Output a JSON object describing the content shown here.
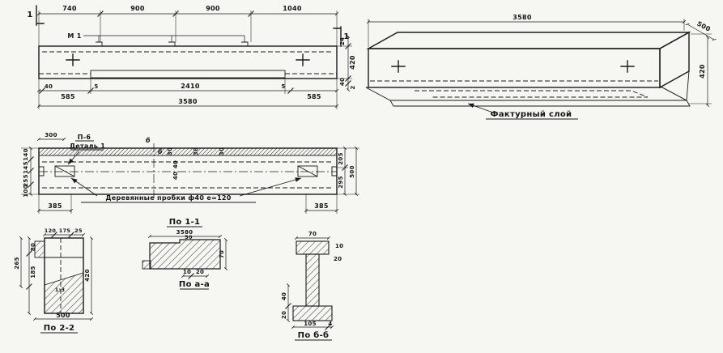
{
  "sheet": {
    "background": "#f6f6f3",
    "ink": "#1b1b1b"
  },
  "elevation": {
    "section_flag": "1",
    "mark_label": "М 1",
    "top_dims": [
      "740",
      "900",
      "900",
      "1040"
    ],
    "sub_dims": [
      "40",
      "585",
      "5",
      "2410",
      "5",
      "585"
    ],
    "total_dim": "3580",
    "right_dims": [
      "24",
      "420",
      "40",
      "2"
    ]
  },
  "perspective": {
    "length_dim": "3580",
    "depth_dim": "500",
    "height_dim": "420",
    "texture_label": "Фактурный слой"
  },
  "plan": {
    "node_label": "П-6",
    "detail_label": "Деталь 1",
    "dim_300": "300",
    "section_letter": "б",
    "spacing_dims": [
      "30",
      "30",
      "30"
    ],
    "hole_dims": [
      "40",
      "40"
    ],
    "plugs_label": "Деревянные пробки ф40 е=120",
    "end_dims": [
      "385",
      "385"
    ],
    "left_dims": [
      "140",
      "145",
      "255",
      "100"
    ],
    "right_dims": [
      "205",
      "295"
    ],
    "width_total": "500"
  },
  "section22": {
    "title": "По 2-2",
    "top_dims": [
      "120",
      "175",
      "25"
    ],
    "left_inner_dims": [
      "80",
      "185"
    ],
    "left_outer_dim": "265",
    "height_dim": "420",
    "slope_label": "1:3",
    "width_dim": "500"
  },
  "section11": {
    "title": "По 1-1",
    "length_dim": "3580",
    "dim_top": "50",
    "dim_right": "70",
    "sub_title": "По а-а",
    "sub_dims": [
      "10",
      "20"
    ]
  },
  "sectionbb": {
    "title": "По б-б",
    "top_dim": "70",
    "right_dims": [
      "10",
      "20"
    ],
    "left_dims": [
      "40",
      "20"
    ],
    "bottom_dims": [
      "105",
      "4"
    ]
  }
}
